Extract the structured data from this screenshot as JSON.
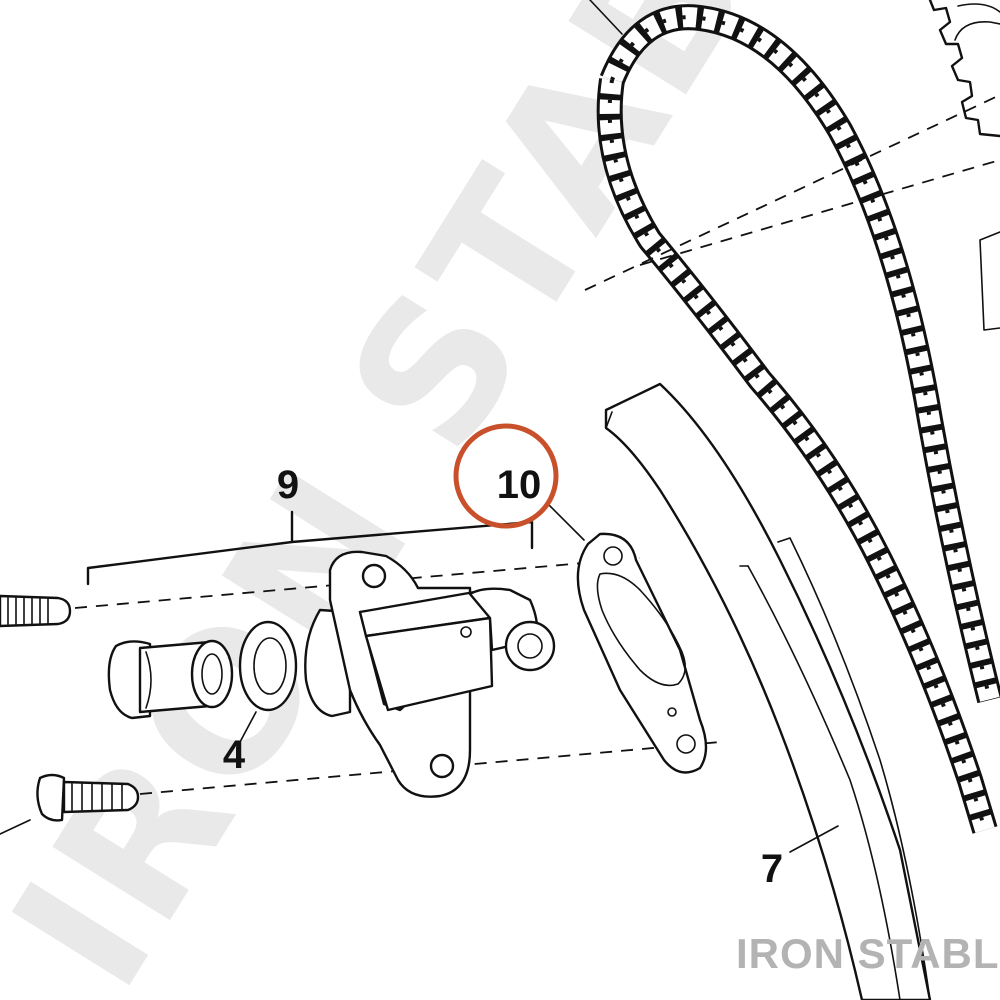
{
  "callouts": {
    "c9": "9",
    "c10": "10",
    "c4": "4",
    "c7": "7"
  },
  "highlight": {
    "callout": "10",
    "color": "#c8502a"
  },
  "watermark": {
    "text": "IRON STABLE"
  },
  "brand": {
    "label": "IRON STABLE",
    "color": "#b3b3b3"
  }
}
